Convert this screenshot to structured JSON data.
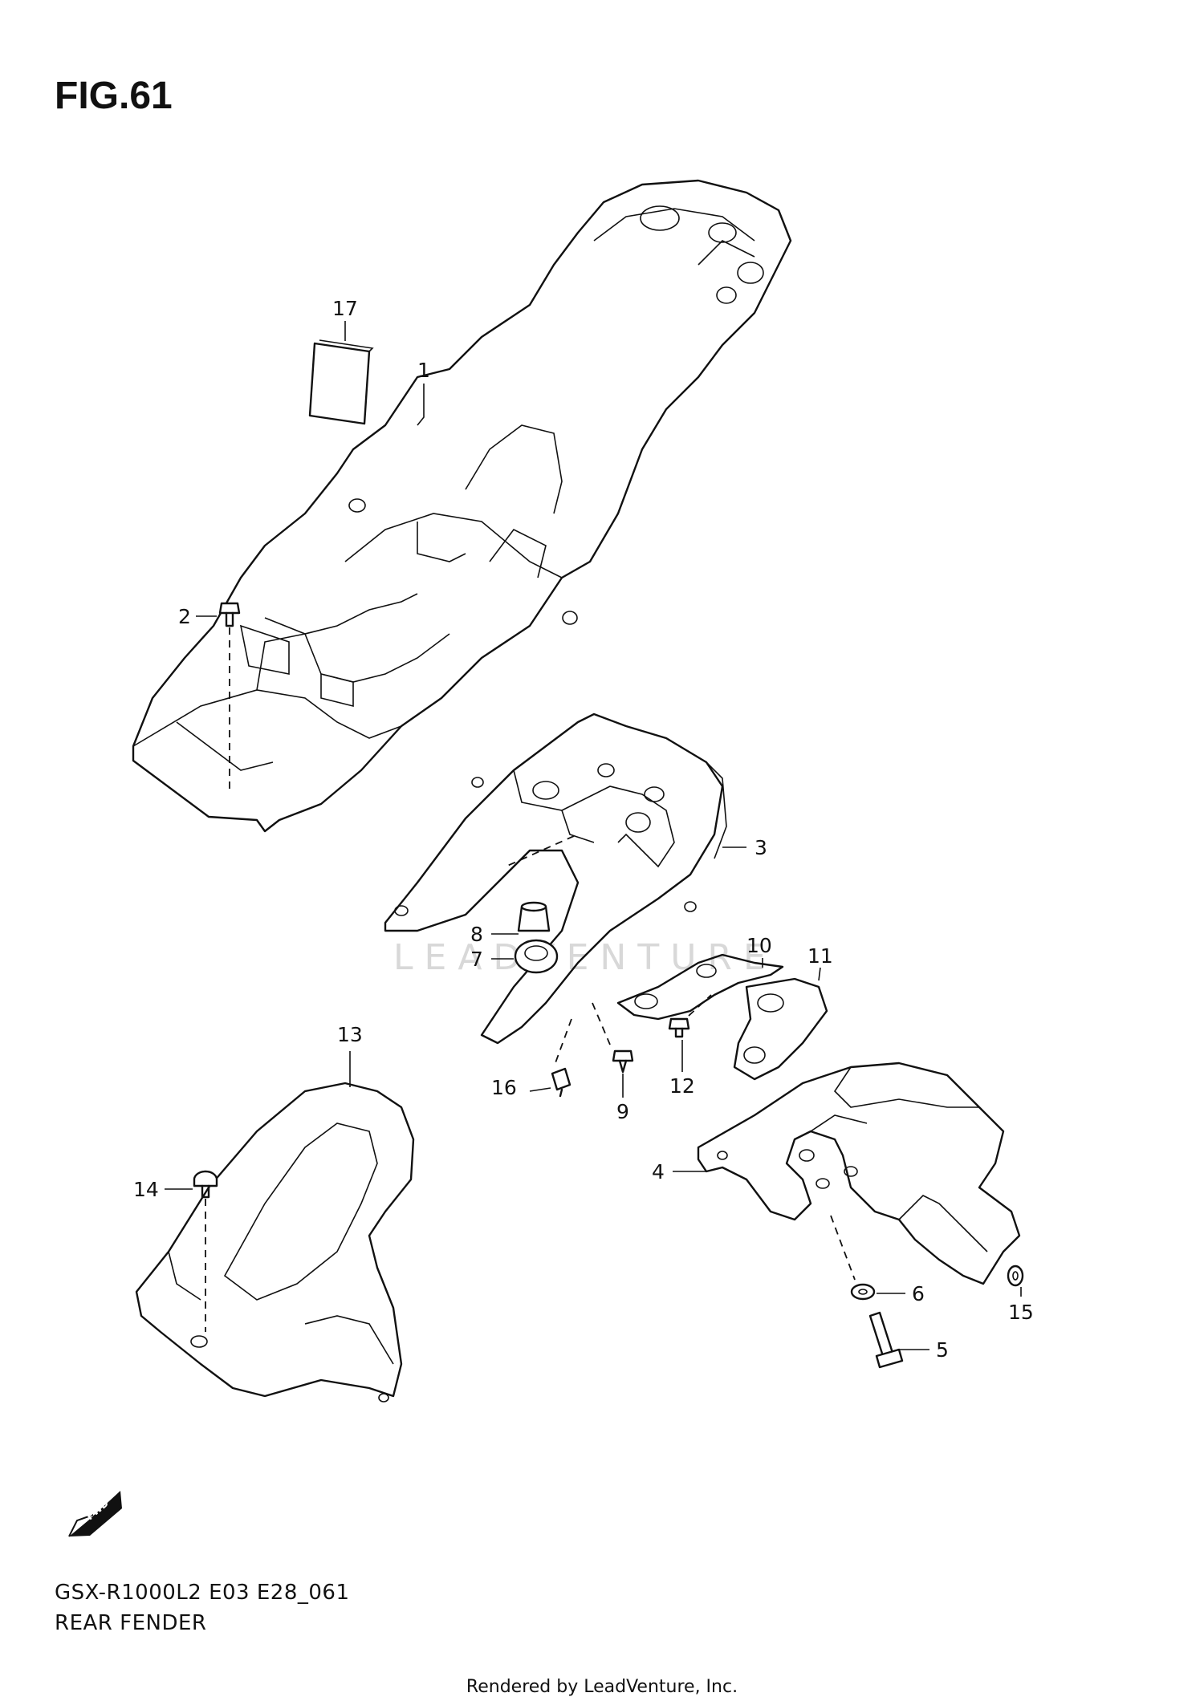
{
  "figure": {
    "title": "FIG.61",
    "model_code": "GSX-R1000L2 E03 E28_061",
    "section_name": "REAR FENDER",
    "rendered_by": "Rendered by LeadVenture, Inc.",
    "watermark": "LEADVENTURE",
    "direction_badge": "FWD"
  },
  "callouts": [
    "1",
    "2",
    "3",
    "4",
    "5",
    "6",
    "7",
    "8",
    "9",
    "10",
    "11",
    "12",
    "13",
    "14",
    "15",
    "16",
    "17"
  ]
}
